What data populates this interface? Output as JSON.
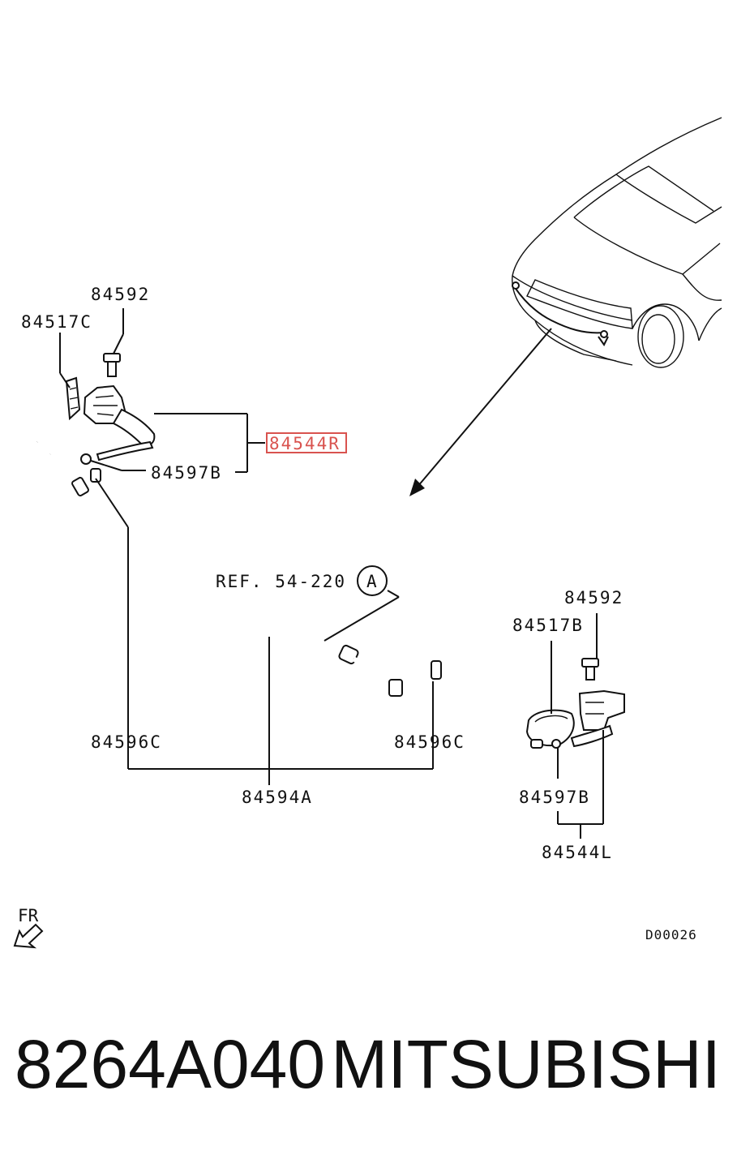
{
  "diagram": {
    "labels": {
      "bolt_left": "84592",
      "bracket_left": "84517C",
      "nozzle_left_highlighted": "84544R",
      "clip_left": "84597B",
      "reference": "REF. 54-220",
      "reference_circle": "A",
      "bolt_right": "84592",
      "bracket_right": "84517B",
      "joint_left": "84596C",
      "joint_right": "84596C",
      "hose_assembly": "84594A",
      "clip_right": "84597B",
      "nozzle_right": "84544L",
      "front_indicator": "FR",
      "diagram_code": "D00026"
    },
    "highlight_color": "#d9534f"
  },
  "footer": {
    "part_number": "8264A040",
    "brand": "MITSUBISHI"
  }
}
